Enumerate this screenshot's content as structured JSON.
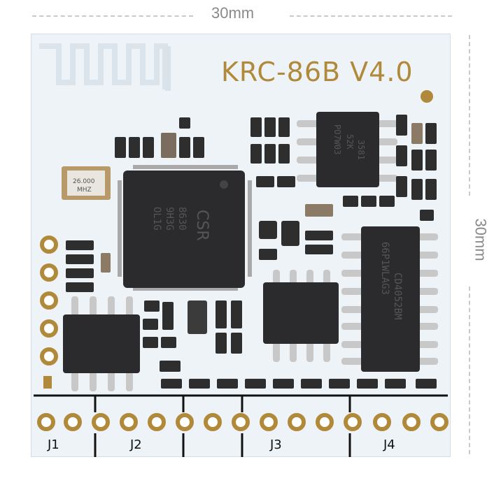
{
  "dimensions": {
    "width_label": "30mm",
    "height_label": "30mm"
  },
  "board": {
    "model_label": "KRC-86B V4.0",
    "header_labels": [
      "J1",
      "J2",
      "J3",
      "J4"
    ]
  },
  "chips": {
    "main_soc": {
      "brand": "CSR",
      "line1": "8630",
      "line2": "9H3G",
      "line3": "OL1G"
    },
    "op_amp_top": {
      "line1": "PO7W03",
      "line2": "52K",
      "line3": "3581"
    },
    "analog_mux": {
      "line1": "66P1WLAG3",
      "line2": "CD4052BM"
    },
    "crystal": {
      "line1": "26.000",
      "line2": "MHZ"
    }
  },
  "colors": {
    "pcb": "#eef3f7",
    "silkscreen_gold": "#b08a3a",
    "chip_body": "#2b2b2d",
    "pin_silver": "#c8c8c8",
    "header_stripe": "#111111"
  }
}
